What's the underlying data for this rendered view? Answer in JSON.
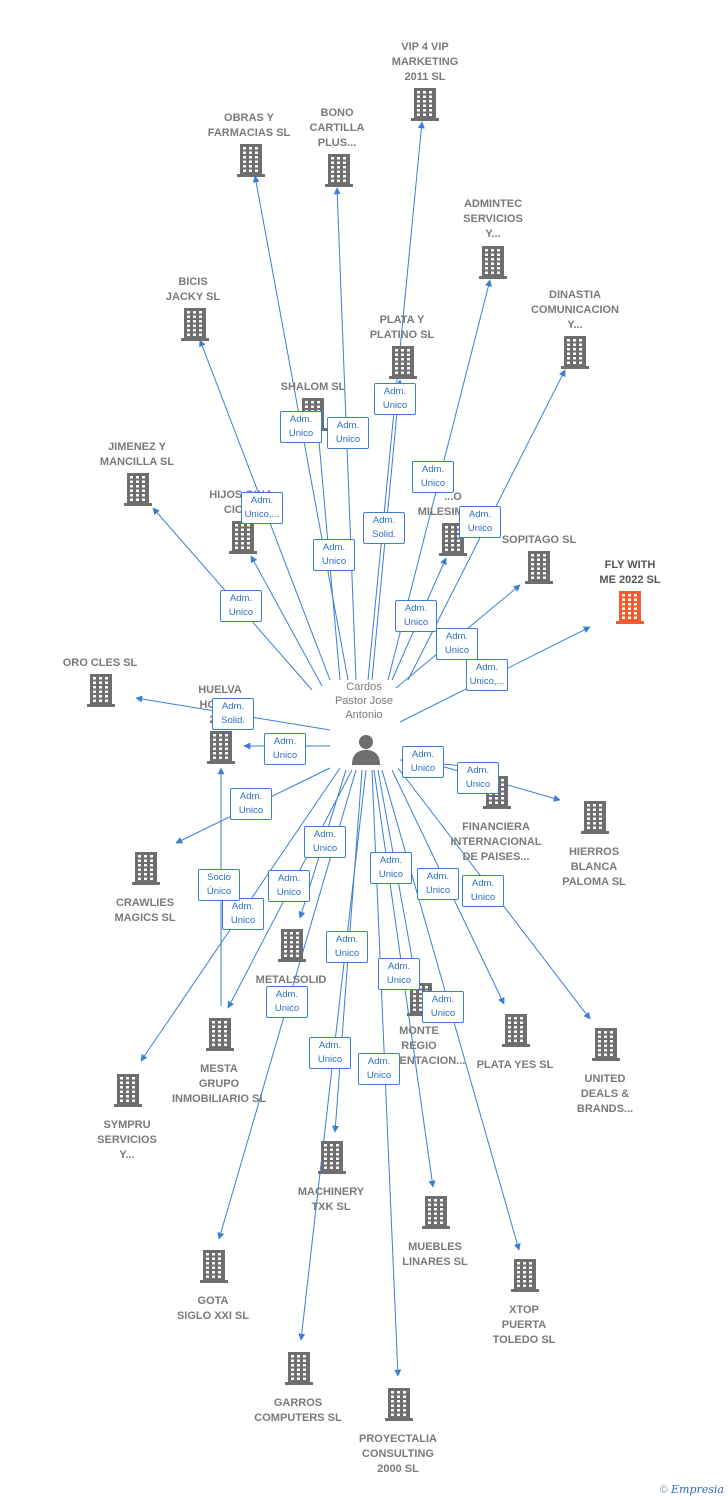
{
  "center": {
    "label": [
      "Cardos",
      "Pastor Jose",
      "Antonio"
    ],
    "icon": "person-icon"
  },
  "colors": {
    "edge": "#3a7fd5",
    "building": "#6e6e6e",
    "highlight": "#f25c2f",
    "label": "#7a7a7a"
  },
  "nodes": [
    {
      "id": "vip4vip",
      "label": [
        "VIP 4 VIP",
        "MARKETING",
        "2011 SL"
      ]
    },
    {
      "id": "obras",
      "label": [
        "OBRAS Y",
        "FARMACIAS SL"
      ]
    },
    {
      "id": "bono",
      "label": [
        "BONO",
        "CARTILLA",
        "PLUS..."
      ]
    },
    {
      "id": "admintec",
      "label": [
        "ADMINTEC",
        "SERVICIOS",
        "Y..."
      ]
    },
    {
      "id": "dinastia",
      "label": [
        "DINASTIA",
        "COMUNICACION",
        "Y..."
      ]
    },
    {
      "id": "bicis",
      "label": [
        "BICIS",
        "JACKY SL"
      ]
    },
    {
      "id": "plata_platino",
      "label": [
        "PLATA Y",
        "PLATINO SL"
      ]
    },
    {
      "id": "shalom",
      "label": [
        "SHALOM SL"
      ]
    },
    {
      "id": "jimenez",
      "label": [
        "JIMENEZ Y",
        "MANCILLA SL"
      ]
    },
    {
      "id": "hijos",
      "label": [
        "HIJOS GINA",
        "CIOF..."
      ]
    },
    {
      "id": "milesima",
      "label": [
        "...O",
        "MILESIMA SL"
      ]
    },
    {
      "id": "sopitago",
      "label": [
        "SOPITAGO SL"
      ]
    },
    {
      "id": "flywithme",
      "label": [
        "FLY WITH",
        "ME 2022  SL"
      ],
      "highlight": true
    },
    {
      "id": "orocles",
      "label": [
        "ORO CLES SL"
      ]
    },
    {
      "id": "huelva",
      "label": [
        "HUELVA",
        "HOGAR",
        "20..."
      ]
    },
    {
      "id": "financiera",
      "label": [
        "FINANCIERA",
        "INTERNACIONAL",
        "DE PAISES..."
      ]
    },
    {
      "id": "hierros",
      "label": [
        "HIERROS",
        "BLANCA",
        "PALOMA SL"
      ]
    },
    {
      "id": "crawlies",
      "label": [
        "CRAWLIES",
        "MAGICS SL"
      ]
    },
    {
      "id": "metalsolid",
      "label": [
        "METALSOLID",
        "..."
      ]
    },
    {
      "id": "monte",
      "label": [
        "MONTE",
        "REGIO",
        "ALIMENTACION..."
      ]
    },
    {
      "id": "platayes",
      "label": [
        "PLATA YES SL"
      ]
    },
    {
      "id": "united",
      "label": [
        "UNITED",
        "DEALS &",
        "BRANDS..."
      ]
    },
    {
      "id": "mesta",
      "label": [
        "MESTA",
        "GRUPO",
        "INMOBILIARIO SL"
      ]
    },
    {
      "id": "sympru",
      "label": [
        "SYMPRU",
        "SERVICIOS",
        "Y..."
      ]
    },
    {
      "id": "machinery",
      "label": [
        "MACHINERY",
        "TXK SL"
      ]
    },
    {
      "id": "muebles",
      "label": [
        "MUEBLES",
        "LINARES SL"
      ]
    },
    {
      "id": "xtop",
      "label": [
        "XTOP",
        "PUERTA",
        "TOLEDO SL"
      ]
    },
    {
      "id": "gota",
      "label": [
        "GOTA",
        "SIGLO XXI SL"
      ]
    },
    {
      "id": "garros",
      "label": [
        "GARROS",
        "COMPUTERS SL"
      ]
    },
    {
      "id": "proyectalia",
      "label": [
        "PROYECTALIA",
        "CONSULTING",
        "2000 SL"
      ]
    }
  ],
  "edges": [
    {
      "target": "vip4vip",
      "label": [
        "Adm.",
        "Solid."
      ]
    },
    {
      "target": "obras",
      "label": [
        "Adm.",
        "Unico"
      ]
    },
    {
      "target": "bono",
      "label": [
        "Adm.",
        "Unico"
      ]
    },
    {
      "target": "admintec",
      "label": [
        "Adm.",
        "Unico"
      ]
    },
    {
      "target": "dinastia",
      "label": [
        "Adm.",
        "Unico"
      ]
    },
    {
      "target": "bicis",
      "label": [
        "Adm.",
        "Unico"
      ]
    },
    {
      "target": "plata_platino",
      "label": [
        "Adm.",
        "Unico"
      ]
    },
    {
      "target": "shalom",
      "label": [
        "Adm.",
        "Unico"
      ]
    },
    {
      "target": "jimenez",
      "label": [
        "Adm.",
        "Unico"
      ]
    },
    {
      "target": "hijos",
      "label": [
        "Adm.",
        "Unico,..."
      ]
    },
    {
      "target": "milesima",
      "label": [
        "Adm.",
        "Unico"
      ]
    },
    {
      "target": "sopitago",
      "label": [
        "Adm.",
        "Unico"
      ]
    },
    {
      "target": "flywithme",
      "label": [
        "Adm.",
        "Unico,..."
      ]
    },
    {
      "target": "orocles",
      "label": [
        "Adm.",
        "Solid."
      ]
    },
    {
      "target": "huelva",
      "label": [
        "Adm.",
        "Unico"
      ]
    },
    {
      "target": "financiera",
      "label": [
        "Adm.",
        "Unico"
      ]
    },
    {
      "target": "hierros",
      "label": [
        "Adm.",
        "Unico"
      ]
    },
    {
      "target": "crawlies",
      "label": [
        "Adm.",
        "Unico"
      ]
    },
    {
      "target": "metalsolid",
      "label": [
        "Adm.",
        "Unico"
      ]
    },
    {
      "target": "monte",
      "label": [
        "Adm.",
        "Unico"
      ]
    },
    {
      "target": "platayes",
      "label": [
        "Adm.",
        "Unico"
      ]
    },
    {
      "target": "united",
      "label": [
        "Adm.",
        "Unico"
      ]
    },
    {
      "target": "mesta",
      "label": [
        "Adm.",
        "Unico"
      ]
    },
    {
      "target": "sympru",
      "label": [
        "Adm.",
        "Unico"
      ]
    },
    {
      "target": "machinery",
      "label": [
        "Adm.",
        "Unico"
      ]
    },
    {
      "target": "muebles",
      "label": [
        "Adm.",
        "Unico"
      ]
    },
    {
      "target": "xtop",
      "label": [
        "Adm.",
        "Unico"
      ]
    },
    {
      "target": "gota",
      "label": [
        "Adm.",
        "Unico"
      ]
    },
    {
      "target": "garros",
      "label": [
        "Adm.",
        "Unico"
      ]
    },
    {
      "target": "proyectalia",
      "label": [
        "Adm.",
        "Unico"
      ]
    },
    {
      "target": "huelva_2",
      "label": [
        "Socio",
        "Único"
      ]
    }
  ],
  "footer": {
    "copyright": "©",
    "brand": "Empresia"
  }
}
